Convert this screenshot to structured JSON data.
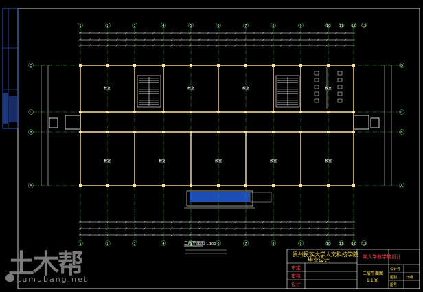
{
  "drawing": {
    "title_block": {
      "project_name_line1": "贵州民族大学人文科技学院",
      "project_name_line2": "毕业设计",
      "drawing_title": "二层平面图",
      "scale": "1:100",
      "right_heading": "某大学教学楼设计",
      "fields": [
        "设计号",
        "图别",
        "图号",
        "日期"
      ],
      "sig_rows": [
        "审定",
        "审核",
        "设计"
      ]
    },
    "plan_title": "二层平面图",
    "plan_scale": "1:100",
    "room_labels": [
      "教室",
      "教室",
      "教室",
      "教室",
      "教室",
      "教室",
      "教室",
      "教室",
      "教室"
    ],
    "grid_top": [
      "1",
      "2",
      "3",
      "4",
      "5",
      "6",
      "7",
      "8",
      "9",
      "10",
      "11",
      "12",
      "13"
    ],
    "grid_left": [
      "A",
      "B",
      "C",
      "D"
    ],
    "colors": {
      "wall": "#ffe29a",
      "grid": "#40e040",
      "line": "#ffffff",
      "text": "#ffe24a",
      "accent": "#ff3a3a",
      "frame": "#3a6cff"
    }
  },
  "watermark": {
    "brand": "土木帮",
    "url": "tumubang.net"
  }
}
